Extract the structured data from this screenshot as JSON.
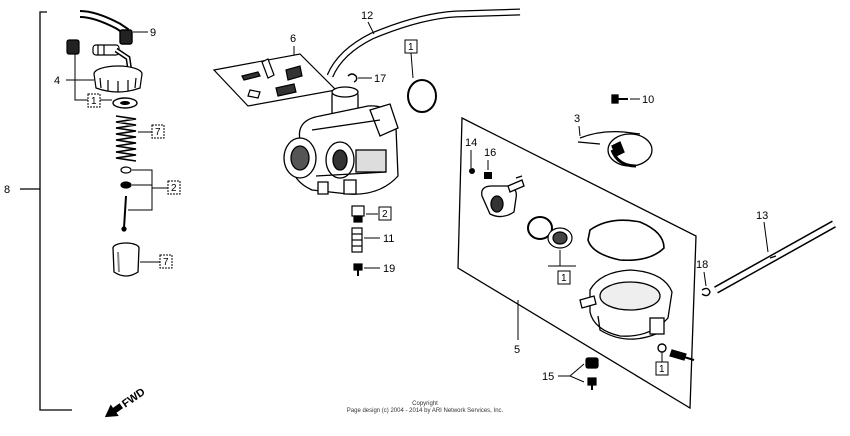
{
  "callouts": {
    "c1": "1",
    "c2": "2",
    "c3": "3",
    "c4": "4",
    "c5": "5",
    "c6": "6",
    "c7": "7",
    "c8": "8",
    "c9": "9",
    "c10": "10",
    "c11": "11",
    "c12": "12",
    "c13": "13",
    "c14": "14",
    "c15": "15",
    "c16": "16",
    "c17": "17",
    "c18": "18",
    "c19": "19"
  },
  "fwd_label": "FWD",
  "copyright": {
    "line1": "Copyright",
    "line2": "Page design (c) 2004 - 2014 by ARI Network Services, Inc."
  }
}
